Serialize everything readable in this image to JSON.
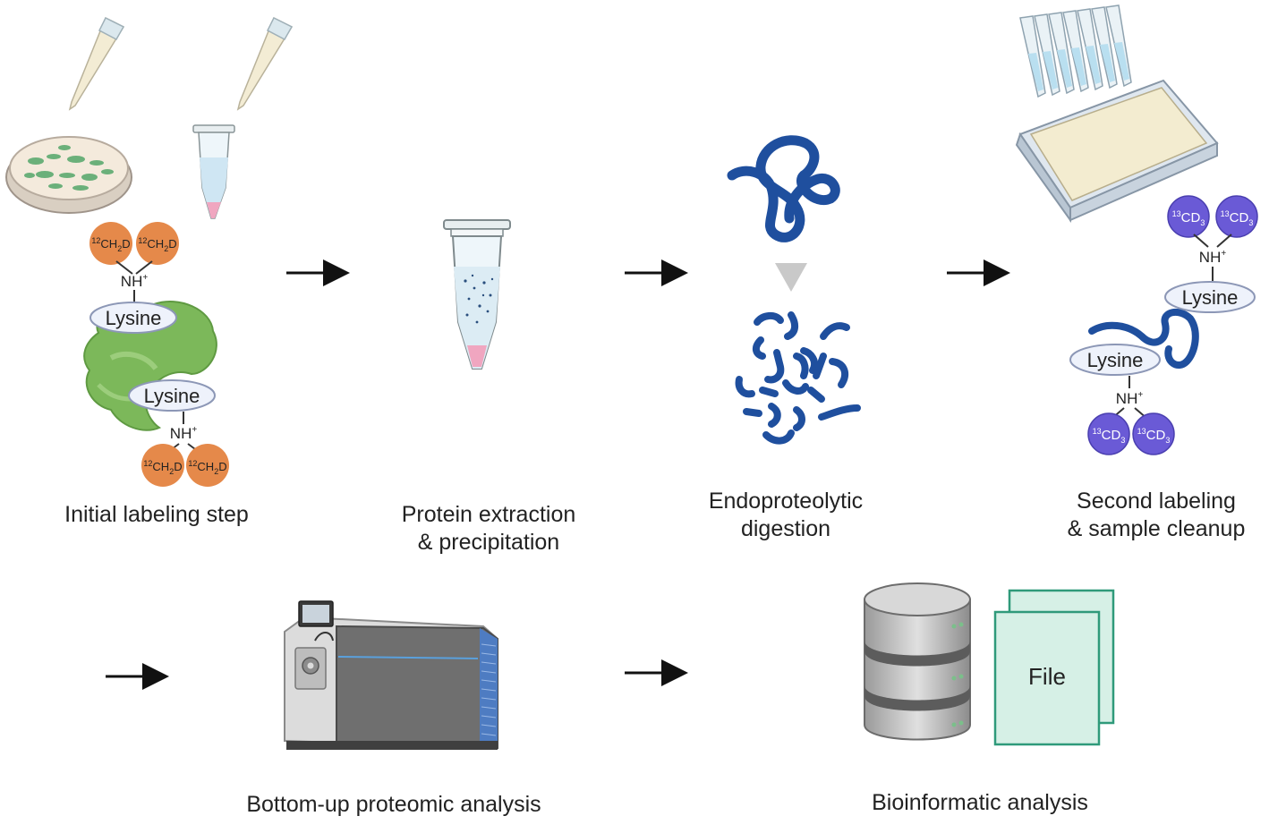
{
  "steps": [
    {
      "id": "initial",
      "caption": [
        "Initial labeling step"
      ]
    },
    {
      "id": "extraction",
      "caption": [
        "Protein extraction",
        "& precipitation"
      ]
    },
    {
      "id": "digestion",
      "caption": [
        "Endoproteolytic",
        "digestion"
      ]
    },
    {
      "id": "second",
      "caption": [
        "Second labeling",
        "& sample cleanup"
      ]
    },
    {
      "id": "bottomup",
      "caption": [
        "Bottom-up proteomic analysis"
      ]
    },
    {
      "id": "bioinfo",
      "caption": [
        "Bioinformatic analysis"
      ]
    }
  ],
  "labels": {
    "lysine": "Lysine",
    "nh_plus": "NH+",
    "light_group": "12CH2D",
    "heavy_group": "13CD3",
    "file": "File"
  },
  "colors": {
    "light_label": "#e5894a",
    "heavy_label": "#6a5ad6",
    "protein": "#7cb85a",
    "peptide": "#1f4f9e",
    "file": "#d6f0e6",
    "file_border": "#2f9a7a",
    "lysine_fill": "#eef2fb"
  }
}
